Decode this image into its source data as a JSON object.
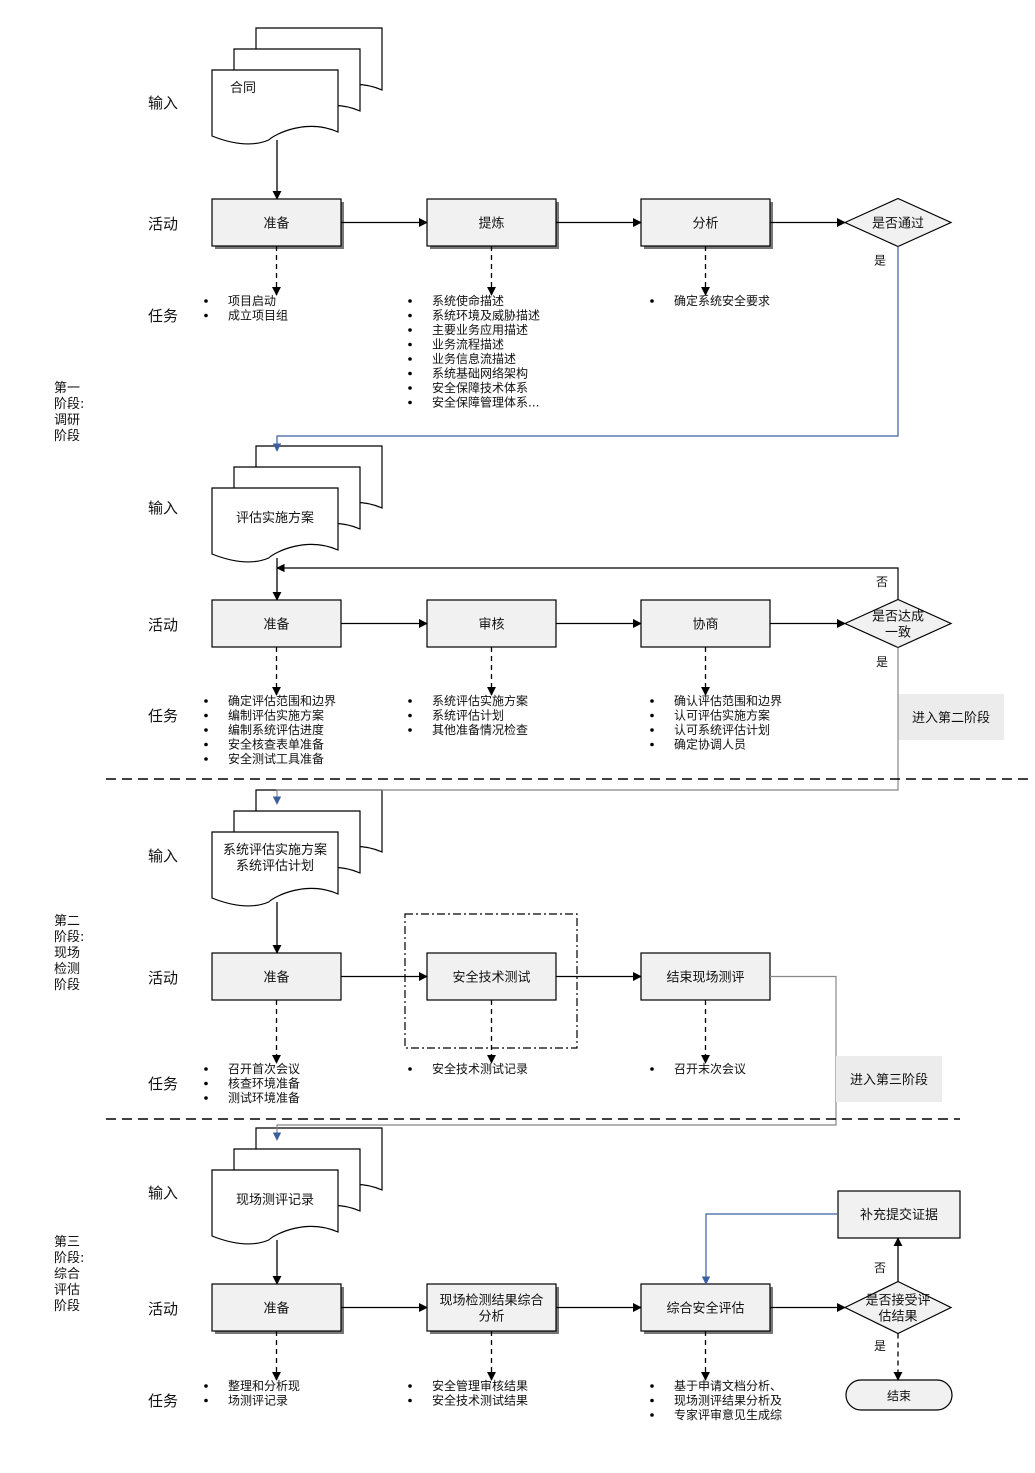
{
  "labels": {
    "input": "输入",
    "activity": "活动",
    "task": "任务",
    "yes": "是",
    "no": "否"
  },
  "phases": [
    {
      "lines": [
        "第一",
        "阶段:",
        "调研",
        "阶段"
      ]
    },
    {
      "lines": [
        "第二",
        "阶段:",
        "现场",
        "检测",
        "阶段"
      ]
    },
    {
      "lines": [
        "第三",
        "阶段:",
        "综合",
        "评估",
        "阶段"
      ]
    }
  ],
  "rows": [
    {
      "input_doc": [
        "合同"
      ],
      "activities": [
        [
          "准备"
        ],
        [
          "提炼"
        ],
        [
          "分析"
        ]
      ],
      "decision": [
        "是否通过"
      ],
      "tasks": [
        [
          "项目启动",
          "成立项目组"
        ],
        [
          "系统使命描述",
          "系统环境及威胁描述",
          "主要业务应用描述",
          "业务流程描述",
          "业务信息流描述",
          "系统基础网络架构",
          "安全保障技术体系",
          "安全保障管理体系..."
        ],
        [
          "确定系统安全要求"
        ]
      ]
    },
    {
      "input_doc": [
        "评估实施方案"
      ],
      "activities": [
        [
          "准备"
        ],
        [
          "审核"
        ],
        [
          "协商"
        ]
      ],
      "decision": [
        "是否达成",
        "一致"
      ],
      "tasks": [
        [
          "确定评估范围和边界",
          "编制评估实施方案",
          "编制系统评估进度",
          "安全核查表单准备",
          "安全测试工具准备"
        ],
        [
          "系统评估实施方案",
          "系统评估计划",
          "其他准备情况检查"
        ],
        [
          "确认评估范围和边界",
          "认可评估实施方案",
          "认可系统评估计划",
          "确定协调人员"
        ]
      ],
      "next_stage": "进入第二阶段"
    },
    {
      "input_doc": [
        "系统评估实施方案",
        "系统评估计划"
      ],
      "activities": [
        [
          "准备"
        ],
        [
          "安全技术测试"
        ],
        [
          "结束现场测评"
        ]
      ],
      "tasks": [
        [
          "召开首次会议",
          "核查环境准备",
          "测试环境准备"
        ],
        [
          "安全技术测试记录"
        ],
        [
          "召开末次会议"
        ]
      ],
      "next_stage": "进入第三阶段"
    },
    {
      "input_doc": [
        "现场测评记录"
      ],
      "activities": [
        [
          "准备"
        ],
        [
          "现场检测结果综合",
          "分析"
        ],
        [
          "综合安全评估"
        ]
      ],
      "decision": [
        "是否接受评",
        "估结果"
      ],
      "supplement": "补充提交证据",
      "end": "结束",
      "tasks": [
        [
          "整理和分析现",
          "场测评记录"
        ],
        [
          "安全管理审核结果",
          "安全技术测试结果"
        ],
        [
          "基于申请文档分析、",
          "现场测评结果分析及",
          "专家评审意见生成综"
        ]
      ]
    }
  ]
}
